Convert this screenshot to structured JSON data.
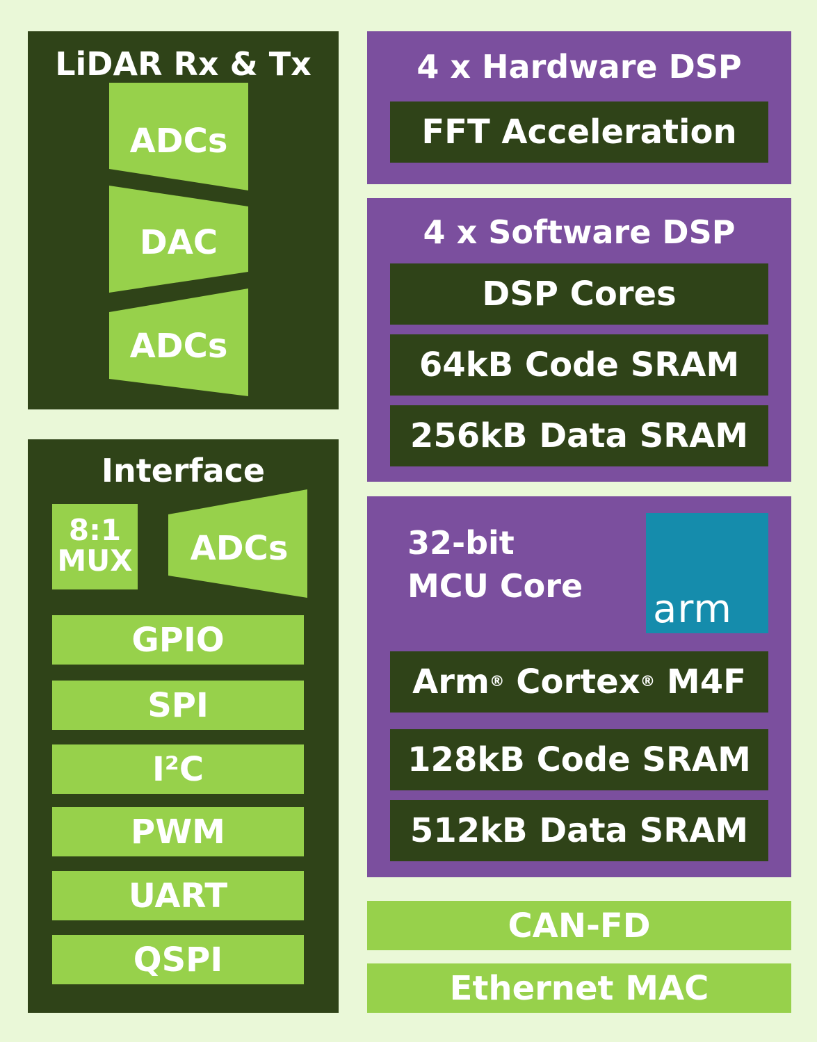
{
  "lidar": {
    "title": "LiDAR Rx & Tx",
    "blocks": [
      "ADCs",
      "DAC",
      "ADCs"
    ]
  },
  "interface": {
    "title": "Interface",
    "mux_line1": "8:1",
    "mux_line2": "MUX",
    "adc": "ADCs",
    "items": [
      "GPIO",
      "SPI",
      "I²C",
      "PWM",
      "UART",
      "QSPI"
    ]
  },
  "hw_dsp": {
    "title": "4 x Hardware DSP",
    "items": [
      "FFT Acceleration"
    ]
  },
  "sw_dsp": {
    "title": "4 x Software DSP",
    "items": [
      "DSP Cores",
      "64kB Code SRAM",
      "256kB Data SRAM"
    ]
  },
  "mcu": {
    "title_line1": "32-bit",
    "title_line2": "MCU Core",
    "logo_text": "arm",
    "cortex_part1": "Arm",
    "cortex_part2": "Cortex",
    "cortex_part3": "M4F",
    "reg_mark": "®",
    "items": [
      "128kB Code SRAM",
      "512kB Data SRAM"
    ]
  },
  "bus": {
    "items": [
      "CAN-FD",
      "Ethernet MAC"
    ]
  },
  "colors": {
    "background": "#eaf8d8",
    "dark_green": "#2f4318",
    "lime": "#97d14b",
    "purple": "#7b4f9e",
    "arm_teal": "#158cac"
  }
}
